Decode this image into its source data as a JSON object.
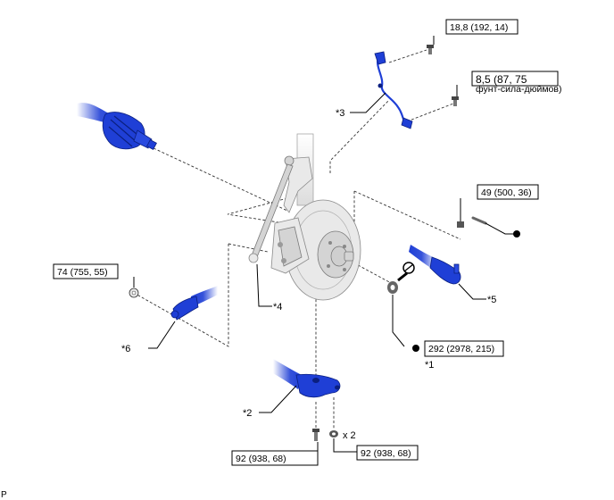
{
  "callouts": {
    "c1": "*1",
    "c2": "*2",
    "c3": "*3",
    "c4": "*4",
    "c5": "*5",
    "c6": "*6"
  },
  "torques": {
    "t_sensor_top": "18,8 (192, 14)",
    "t_sensor_mid_line1": "8,5 (87, 75",
    "t_sensor_mid_line2": "фунт-сила-дюймов)",
    "t_tie_rod_nut": "49 (500, 36)",
    "t_lower_ball_nut": "74 (755, 55)",
    "t_axle_nut": "292 (2978, 215)",
    "t_arm_bolt_left": "92 (938, 68)",
    "t_arm_bolt_right": "92 (938, 68)"
  },
  "quantity": "x 2",
  "corner_mark": "P",
  "colors": {
    "part_blue": "#1f3fd6",
    "part_dark": "#0b1f80",
    "line": "#333333"
  }
}
